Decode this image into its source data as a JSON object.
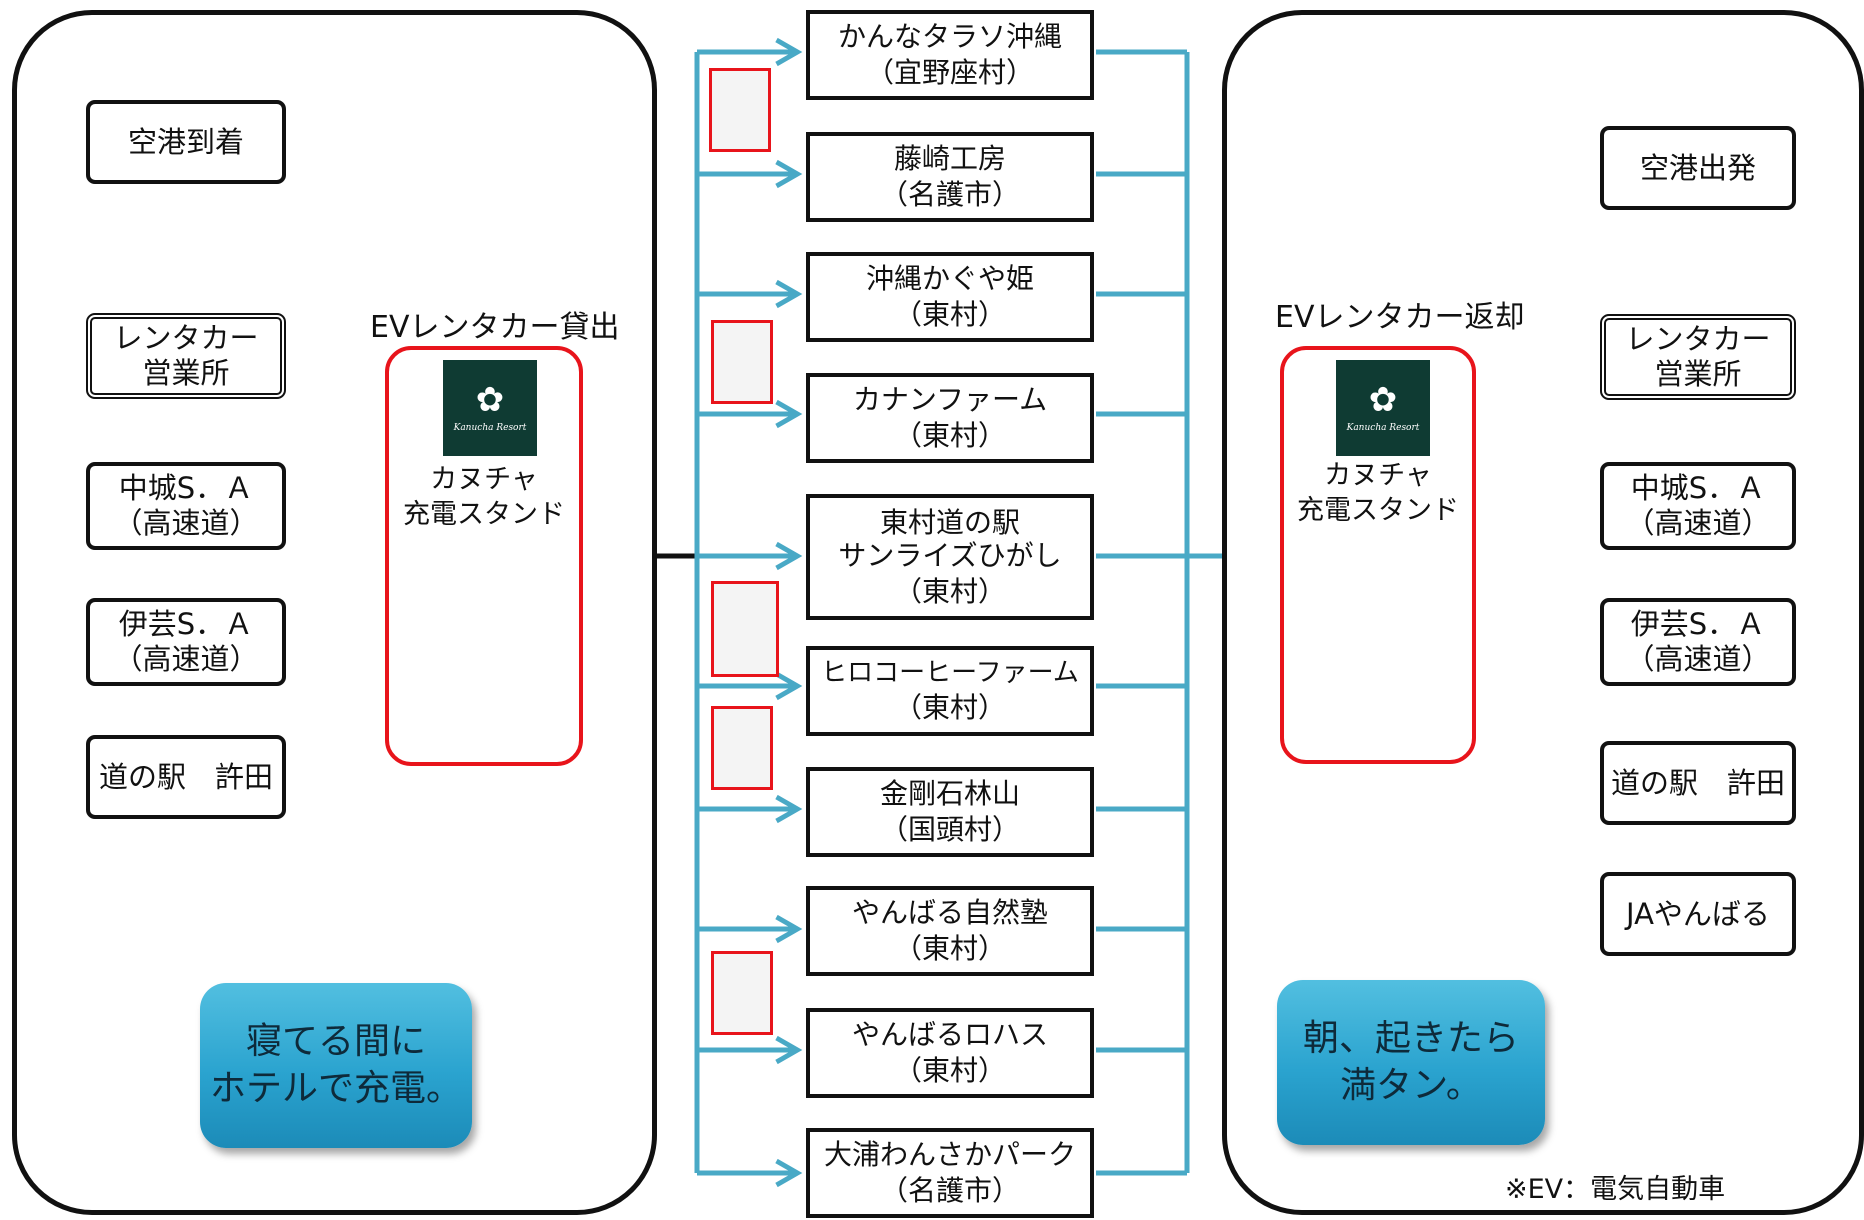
{
  "left_panel": {
    "flow": [
      "空港到着",
      "レンタカー\n営業所",
      "中城S．Ａ\n（高速道）",
      "伊芸S．Ａ\n（高速道）",
      "道の駅　許田"
    ],
    "rental_caption": "EVレンタカー貸出",
    "station_name": "カヌチャ\n充電スタンド",
    "logo_text": "Kanucha Resort",
    "callout": "寝てる間に\nホテルで充電。"
  },
  "destinations": [
    {
      "name": "かんなタラソ沖縄",
      "place": "（宜野座村）"
    },
    {
      "name": "藤崎工房",
      "place": "（名護市）"
    },
    {
      "name": "沖縄かぐや姫",
      "place": "（東村）"
    },
    {
      "name": "カナンファーム",
      "place": "（東村）"
    },
    {
      "name": "東村道の駅\nサンライズひがし",
      "place": "（東村）"
    },
    {
      "name": "ヒロコーヒーファーム",
      "place": "（東村）"
    },
    {
      "name": "金剛石林山",
      "place": "（国頭村）"
    },
    {
      "name": "やんばる自然塾",
      "place": "（東村）"
    },
    {
      "name": "やんばるロハス",
      "place": "（東村）"
    },
    {
      "name": "大浦わんさかパーク",
      "place": "（名護市）"
    }
  ],
  "right_panel": {
    "return_caption": "EVレンタカー返却",
    "station_name": "カヌチャ\n充電スタンド",
    "logo_text": "Kanucha Resort",
    "callout": "朝、起きたら\n満タン。",
    "flow": [
      "空港出発",
      "レンタカー\n営業所",
      "中城S．Ａ\n（高速道）",
      "伊芸S．Ａ\n（高速道）",
      "道の駅　許田",
      "JAやんばる"
    ],
    "note": "※EV：電気自動車"
  },
  "colors": {
    "arrow_blue": "#49a9c6",
    "station_border": "#e8141b",
    "callout": "#2aa3cf",
    "logo_bg": "#0f3b33"
  }
}
